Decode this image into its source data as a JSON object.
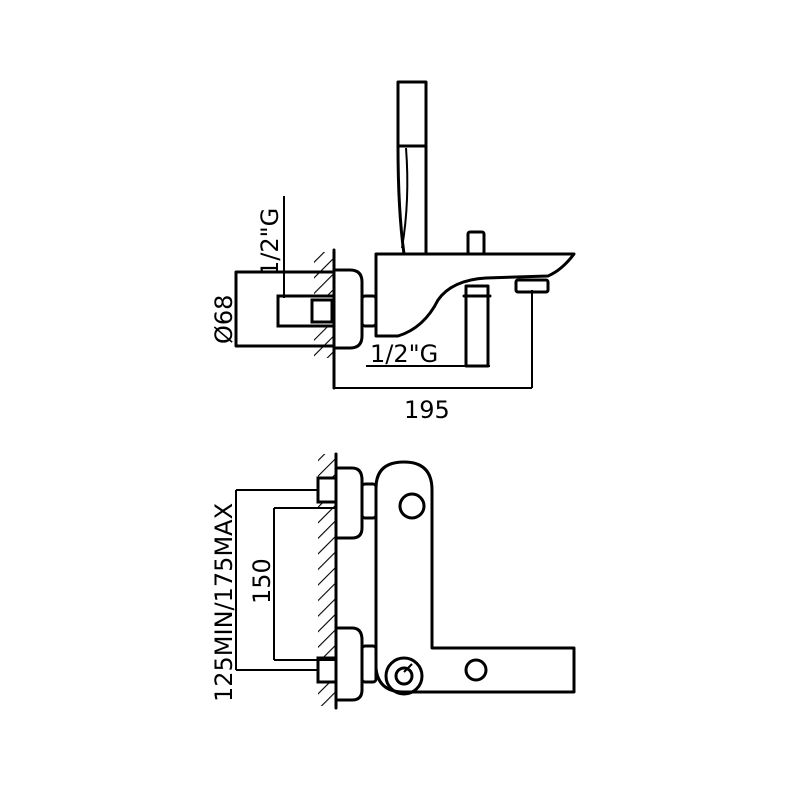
{
  "side_view": {
    "thread_vertical_label": "1/2\"G",
    "diameter_label": "Ø68",
    "thread_horizontal_label": "1/2\"G",
    "length_label": "195"
  },
  "top_view": {
    "range_label": "125MIN/175MAX",
    "centers_label": "150"
  }
}
